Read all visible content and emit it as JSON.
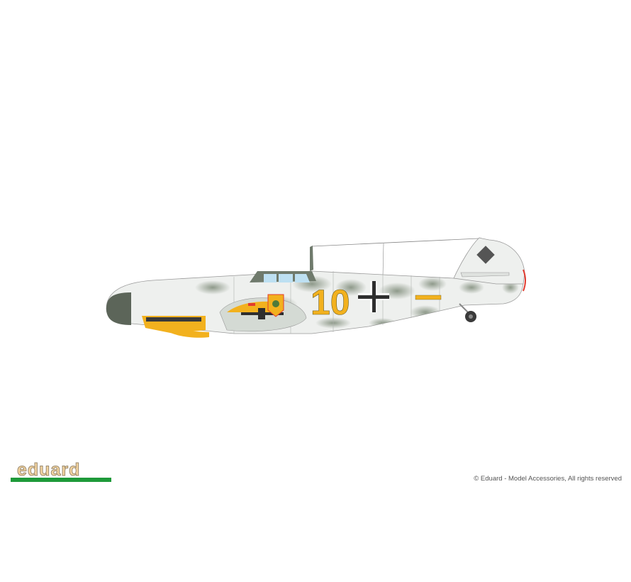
{
  "illustration": {
    "subject": "aircraft-side-profile",
    "fuselage_code": "10",
    "colors": {
      "camo_base": "#eef0ee",
      "camo_mottle": "#8a9684",
      "yellow": "#f2b11e",
      "cross_black": "#2e2e2e",
      "frame_green": "#6f7a6c",
      "canopy_blue": "#bde0f2",
      "rudder_tip_red": "#e23b2f"
    }
  },
  "logo": {
    "text": "eduard",
    "text_color": "#f5d5a0",
    "bar_color": "#1e9a3a"
  },
  "footer": {
    "copyright": "© Eduard - Model Accessories, All rights reserved"
  }
}
